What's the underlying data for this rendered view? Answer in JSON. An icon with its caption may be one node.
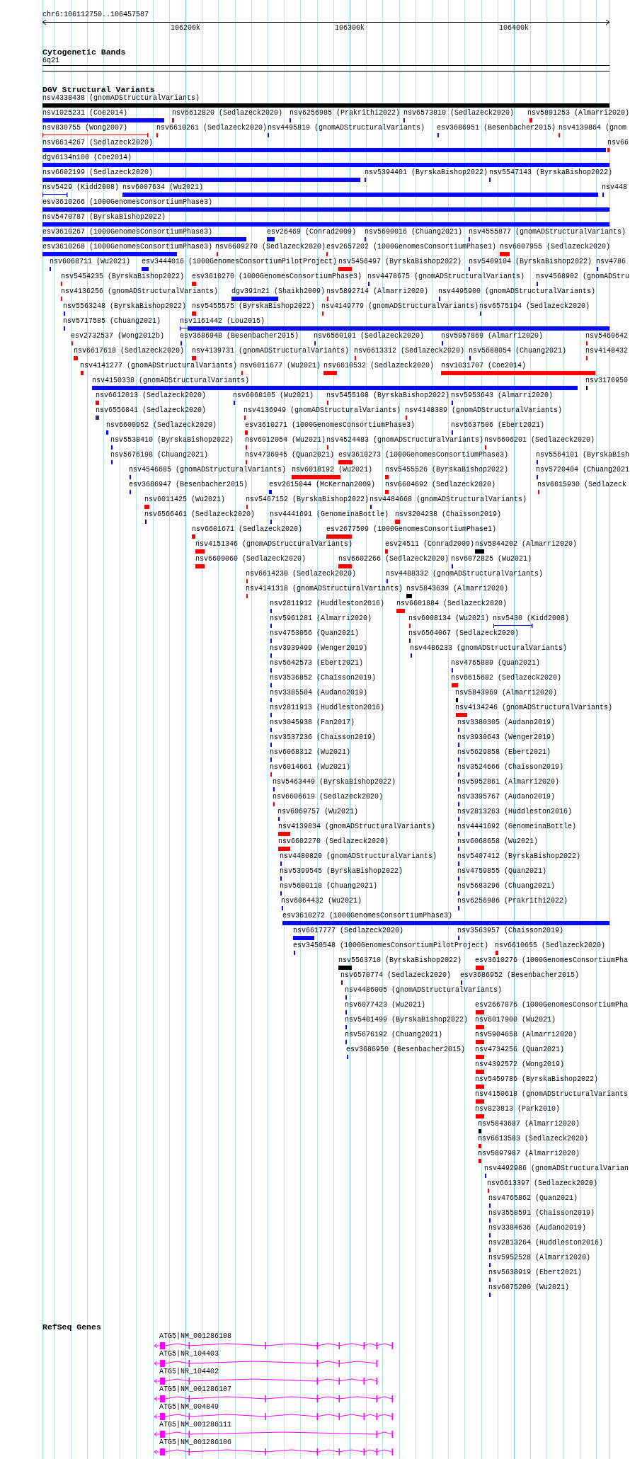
{
  "diagram": {
    "labels": [
      "chr6:106112750..106457587",
      "106200k",
      "106300k",
      "106400k",
      "Cytogenetic Bands",
      "6q21",
      "DGV Structural Variants",
      "nsv4338438 (gnomADStructuralVariants)",
      "nsv1025231 (Coe2014)",
      "nsv6612820 (Sedlazeck2020)",
      "nsv6256985 (Prakrithi2022)",
      "nsv6573810 (Sedlazeck2020)",
      "nsv5891253 (Almarri2020)",
      "nsv830755 (Wong2007)",
      "nsv6610261 (Sedlazeck2020)",
      "nsv4495819 (gnomADStructuralVariants)",
      "esv3686951 (Besenbacher2015)",
      "nsv4139864 (gnom",
      "nsv6614267 (Sedlazeck2020)",
      "nsv66",
      "dgv6134n100 (Coe2014)",
      "nsv6602199 (Sedlazeck2020)",
      "nsv5394401 (ByrskaBishop2022)",
      "nsv5547143 (ByrskaBishop2022)",
      "nsv5429 (Kidd2008)",
      "nsv6007634 (Wu2021)",
      "nsv448",
      "esv3610266 (1000GenomesConsortiumPhase3)",
      "nsv5470787 (ByrskaBishop2022)",
      "esv3610267 (1000GenomesConsortiumPhase3)",
      "esv26469 (Conrad2009)",
      "nsv5690016 (Chuang2021)",
      "nsv4555877 (gnomADStructuralVariants)",
      "esv3610268 (1000GenomesConsortiumPhase3)",
      "nsv6609270 (Sedlazeck2020)",
      "esv2657202 (1000GenomesConsortiumPhase1)",
      "nsv6607955 (Sedlazeck2020)",
      "nsv6068711 (Wu2021)",
      "esv3444016 (1000GenomesConsortiumPilotProject)",
      "nsv5456497 (ByrskaBishop2022)",
      "nsv5409104 (ByrskaBishop2022)",
      "nsv4786",
      "nsv5454235 (ByrskaBishop2022)",
      "esv3610270 (1000GenomesConsortiumPhase3)",
      "nsv4478675 (gnomADStructuralVariants)",
      "nsv4568902 (gnomADStru",
      "nsv4136256 (gnomADStructuralVariants)",
      "dgv391n21 (Shaikh2009)",
      "nsv5892714 (Almarri2020)",
      "nsv4495900 (gnomADStructuralVariants)",
      "nsv5563248 (ByrskaBishop2022)",
      "nsv5455575 (ByrskaBishop2022)",
      "nsv4149779 (gnomADStructuralVariants)",
      "nsv6575194 (Sedlazeck2020)",
      "nsv5717585 (Chuang2021)",
      "nsv1161442 (Lou2015)",
      "esv2732537 (Wong2012b)",
      "esv3686948 (Besenbacher2015)",
      "nsv6560101 (Sedlazeck2020)",
      "nsv5957869 (Almarri2020)",
      "nsv5460642",
      "nsv6617618 (Sedlazeck2020)",
      "nsv4139731 (gnomADStructuralVariants)",
      "nsv6613312 (Sedlazeck2020)",
      "nsv5688054 (Chuang2021)",
      "nsv4148432",
      "nsv4141277 (gnomADStructuralVariants)",
      "nsv6011677 (Wu2021)",
      "nsv6610532 (Sedlazeck2020)",
      "nsv1031707 (Coe2014)",
      "nsv4150338 (gnomADStructuralVariants)",
      "nsv3176950",
      "nsv6612013 (Sedlazeck2020)",
      "nsv6068105 (Wu2021)",
      "nsv5455108 (ByrskaBishop2022)",
      "nsv5953643 (Almarri2020)",
      "nsv6556841 (Sedlazeck2020)",
      "nsv4136949 (gnomADStructuralVariants)",
      "nsv4148389 (gnomADStructuralVariants)",
      "nsv6600952 (Sedlazeck2020)",
      "esv3610271 (1000GenomesConsortiumPhase3)",
      "nsv5637506 (Ebert2021)",
      "nsv5538410 (ByrskaBishop2022)",
      "nsv6012054 (Wu2021)",
      "nsv4524483 (gnomADStructuralVariants)",
      "nsv6606201 (Sedlazeck2020)",
      "nsv5676198 (Chuang2021)",
      "nsv4736945 (Quan2021)",
      "esv3610273 (1000GenomesConsortiumPhase3)",
      "nsv5564101 (ByrskaBish",
      "nsv4546685 (gnomADStructuralVariants)",
      "nsv6018192 (Wu2021)",
      "nsv5455526 (ByrskaBishop2022)",
      "nsv5720404 (Chuang2021",
      "esv3686947 (Besenbacher2015)",
      "esv2615044 (McKernan2009)",
      "nsv6604692 (Sedlazeck2020)",
      "nsv6615930 (Sedlazeck",
      "nsv6011425 (Wu2021)",
      "nsv5467152 (ByrskaBishop2022)",
      "nsv4484668 (gnomADStructuralVariants)",
      "nsv6566461 (Sedlazeck2020)",
      "nsv4441691 (GenomeinaBottle)",
      "nsv3204238 (Chaisson2019)",
      "nsv6601671 (Sedlazeck2020)",
      "esv2677509 (1000GenomesConsortiumPhase1)",
      "nsv4151346 (gnomADStructuralVariants)",
      "esv24511 (Conrad2009)",
      "nsv5844202 (Almarri2020)",
      "nsv6609060 (Sedlazeck2020)",
      "nsv6602266 (Sedlazeck2020)",
      "nsv6072825 (Wu2021)",
      "nsv6614230 (Sedlazeck2020)",
      "nsv4488332 (gnomADStructuralVariants)",
      "nsv4141318 (gnomADStructuralVariants)",
      "nsv5843639 (Almarri2020)",
      "nsv2811912 (Huddleston2016)",
      "nsv6601884 (Sedlazeck2020)",
      "nsv5961281 (Almarri2020)",
      "nsv6008134 (Wu2021)",
      "nsv5430 (Kidd2008)",
      "nsv4753056 (Quan2021)",
      "nsv6564067 (Sedlazeck2020)",
      "nsv3939499 (Wenger2019)",
      "nsv4486233 (gnomADStructuralVariants)",
      "nsv5642573 (Ebert2021)",
      "nsv4765889 (Quan2021)",
      "nsv3536852 (Chaisson2019)",
      "nsv6615682 (Sedlazeck2020)",
      "nsv3385504 (Audano2019)",
      "nsv5843969 (Almarri2020)",
      "nsv2811913 (Huddleston2016)",
      "nsv4134246 (gnomADStructuralVariants)",
      "nsv3045938 (Fan2017)",
      "nsv3380305 (Audano2019)",
      "nsv3537236 (Chaisson2019)",
      "nsv3930643 (Wenger2019)",
      "nsv6068312 (Wu2021)",
      "nsv5629858 (Ebert2021)",
      "nsv6014661 (Wu2021)",
      "nsv3524666 (Chaisson2019)",
      "nsv5463449 (ByrskaBishop2022)",
      "nsv5952861 (Almarri2020)",
      "nsv6606619 (Sedlazeck2020)",
      "nsv3395767 (Audano2019)",
      "nsv6069757 (Wu2021)",
      "nsv2813263 (Huddleston2016)",
      "nsv4139834 (gnomADStructuralVariants)",
      "nsv4441692 (GenomeinaBottle)",
      "nsv6602270 (Sedlazeck2020)",
      "nsv6068658 (Wu2021)",
      "nsv4480820 (gnomADStructuralVariants)",
      "nsv5407412 (ByrskaBishop2022)",
      "nsv5399545 (ByrskaBishop2022)",
      "nsv4759855 (Quan2021)",
      "nsv5680118 (Chuang2021)",
      "nsv5683296 (Chuang2021)",
      "nsv6064432 (Wu2021)",
      "nsv6256986 (Prakrithi2022)",
      "esv3610272 (1000GenomesConsortiumPhase3)",
      "nsv6617777 (Sedlazeck2020)",
      "nsv3563957 (Chaisson2019)",
      "esv3450548 (1000GenomesConsortiumPilotProject)",
      "nsv6610655 (Sedlazeck2020)",
      "nsv5563710 (ByrskaBishop2022)",
      "esv3610276 (1000GenomesConsortiumPha",
      "nsv6570774 (Sedlazeck2020)",
      "esv3686952 (Besenbacher2015)",
      "nsv4486005 (gnomADStructuralVariants)",
      "nsv6077423 (Wu2021)",
      "esv2667876 (1000GenomesConsortiumPha",
      "nsv5401499 (ByrskaBishop2022)",
      "nsv6017900 (Wu2021)",
      "nsv5676192 (Chuang2021)",
      "nsv5904658 (Almarri2020)",
      "esv3686950 (Besenbacher2015)",
      "nsv4734256 (Quan2021)",
      "nsv4392572 (Wong2019)",
      "nsv5459786 (ByrskaBishop2022)",
      "nsv4150618 (gnomADStructuralVariants",
      "nsv823813 (Park2010)",
      "nsv5843687 (Almarri2020)",
      "nsv6613583 (Sedlazeck2020)",
      "nsv5897987 (Almarri2020)",
      "nsv4492986 (gnomADStructuralVarian",
      "nsv6613397 (Sedlazeck2020)",
      "nsv4765862 (Quan2021)",
      "nsv3558591 (Chaisson2019)",
      "nsv3384636 (Audano2019)",
      "nsv2813264 (Huddleston2016)",
      "nsv5952528 (Almarri2020)",
      "nsv5638919 (Ebert2021)",
      "nsv6075200 (Wu2021)",
      "RefSeq Genes",
      "ATG5|NM_001286108",
      "ATG5|NR_104403",
      "ATG5|NR_104402",
      "ATG5|NM_001286107",
      "ATG5|NM_004849",
      "ATG5|NM_001286111",
      "ATG5|NM_001286106"
    ]
  }
}
